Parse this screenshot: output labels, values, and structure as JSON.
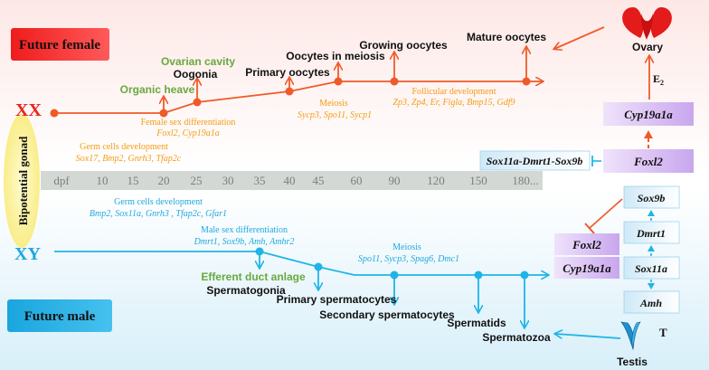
{
  "labels": {
    "future_female": "Future female",
    "future_male": "Future male",
    "xx": "XX",
    "xy": "XY",
    "bipotential_gonad": "Bipotential gonad",
    "ovary": "Ovary",
    "testis": "Testis",
    "e2": "E",
    "e2_sub": "2",
    "t": "T"
  },
  "timeline": {
    "unit": "dpf",
    "ticks": [
      "10",
      "15",
      "20",
      "25",
      "30",
      "35",
      "40",
      "45",
      "60",
      "90",
      "120",
      "150",
      "180..."
    ]
  },
  "female": {
    "stages": {
      "organic_heave": "Organic heave",
      "ovarian_cavity": "Ovarian cavity",
      "oogonia": "Oogonia",
      "primary_oocytes": "Primary oocytes",
      "oocytes_meiosis": "Oocytes in meiosis",
      "growing_oocytes": "Growing oocytes",
      "mature_oocytes": "Mature oocytes"
    },
    "annotations": {
      "sex_diff_title": "Female sex differentiation",
      "sex_diff_genes": "Foxl2, Cyp19a1a",
      "meiosis_title": "Meiosis",
      "meiosis_genes": "Sycp3, Spo11, Sycp1",
      "follicular_title": "Follicular development",
      "follicular_genes": "Zp3, Zp4, Er, Figla, Bmp15, Gdf9",
      "germ_title": "Germ cells development",
      "germ_genes": "Sox17, Bmp2, Gnrh3, Tfap2c"
    }
  },
  "male": {
    "stages": {
      "efferent_duct": "Efferent duct anlage",
      "spermatogonia": "Spermatogonia",
      "primary_spermatocytes": "Primary spermatocytes",
      "secondary_spermatocytes": "Secondary spermatocytes",
      "spermatids": "Spermatids",
      "spermatozoa": "Spermatozoa"
    },
    "annotations": {
      "germ_title": "Germ cells development",
      "germ_genes": "Bmp2, Sox11a, Gnrh3 , Tfap2c, Gfar1",
      "sex_diff_title": "Male sex  differentiation",
      "sex_diff_genes": "Dmrt1, Sox9b, Amh, Amhr2",
      "meiosis_title": "Meiosis",
      "meiosis_genes": "Spo11, Sycp3, Spag6, Dmc1"
    }
  },
  "genes": {
    "cyp19a1a_top": "Cyp19a1a",
    "foxl2_right": "Foxl2",
    "sox_complex": "Sox11a-Dmrt1-Sox9b",
    "foxl2_left": "Foxl2",
    "cyp19a1a_left": "Cyp19a1a",
    "sox9b": "Sox9b",
    "dmrt1": "Dmrt1",
    "sox11a": "Sox11a",
    "amh": "Amh"
  },
  "colors": {
    "female_line": "#f05a28",
    "male_line": "#1fb4e8",
    "female_text": "#f39c12",
    "male_text": "#1fa8dc",
    "stage_green": "#6aa83e",
    "xx_red": "#e8251b",
    "future_female_box": "#ee1c1c",
    "future_male_box": "#29abe2"
  }
}
